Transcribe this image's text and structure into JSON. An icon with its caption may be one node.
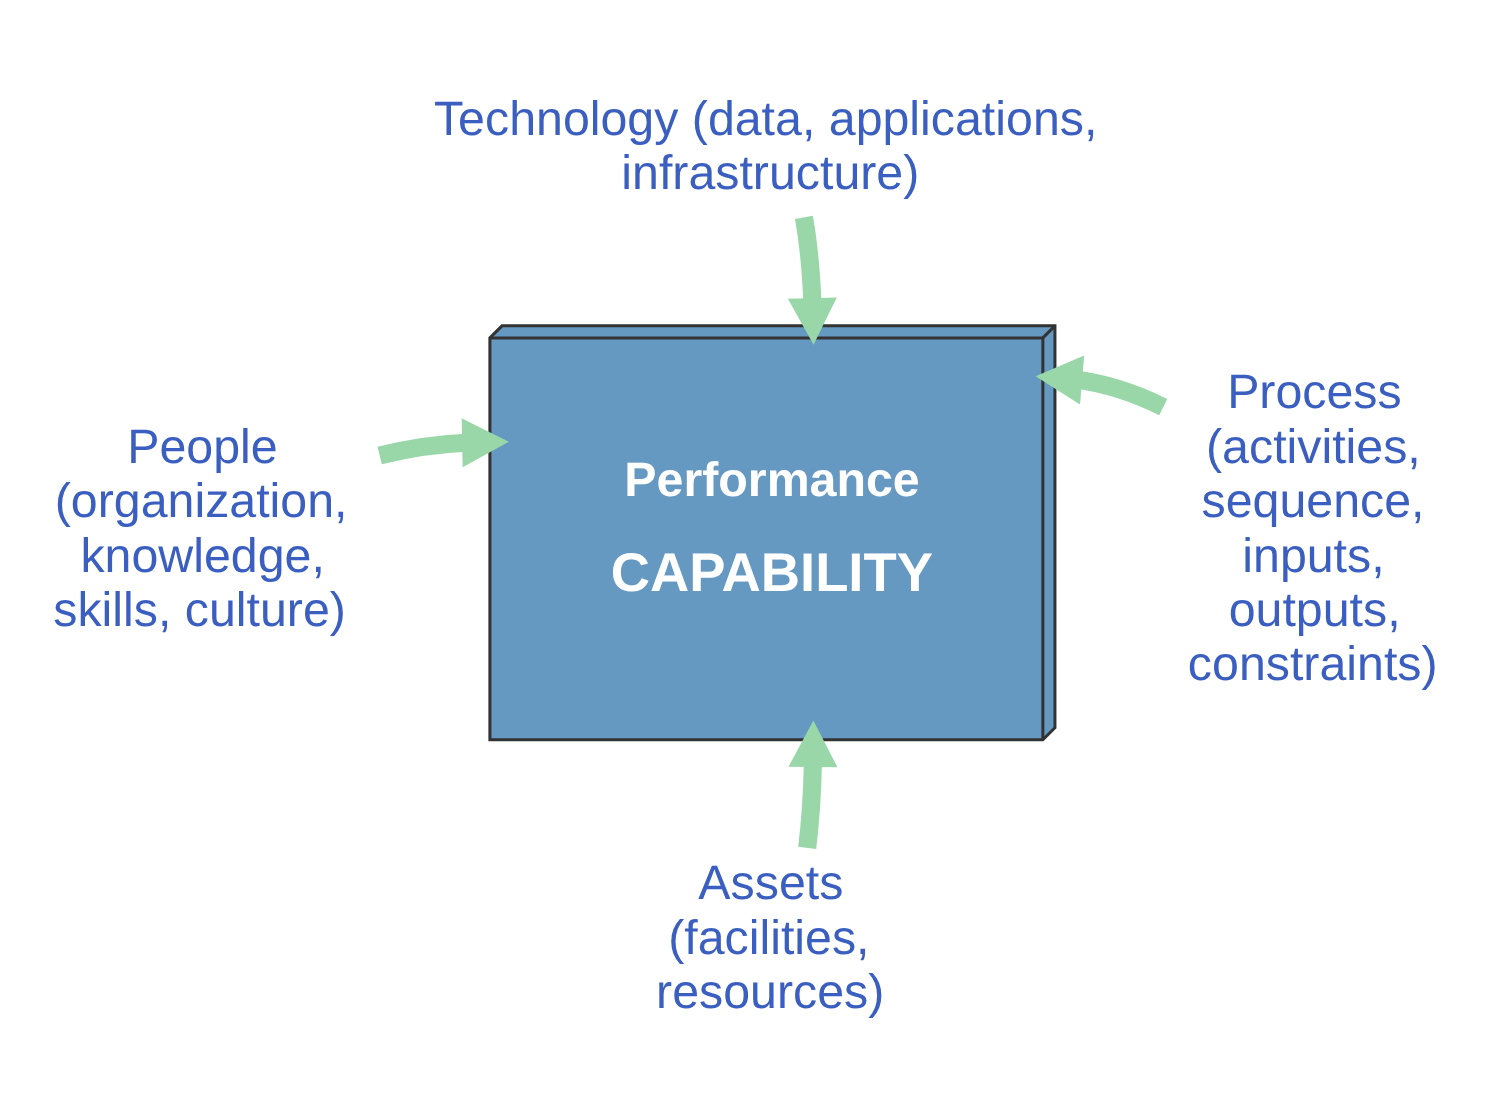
{
  "diagram": {
    "nodes": [
      {
        "text": [
          "Technology (data, applications, infrastructure)"
        ]
      },
      {
        "text": [
          "Performance",
          "CAPABILITY"
        ]
      },
      {
        "text": [
          "People (organization, knowledge, skills, culture)"
        ]
      },
      {
        "text": [
          "Process (activities, sequence, inputs, outputs, constraints)"
        ]
      },
      {
        "text": [
          "Assets (facilities, resources)"
        ]
      }
    ],
    "edges": [
      {
        "from": 0,
        "to": 1,
        "arrow": "to"
      },
      {
        "from": 2,
        "to": 1,
        "arrow": "to"
      },
      {
        "from": 3,
        "to": 1,
        "arrow": "to"
      },
      {
        "from": 4,
        "to": 1,
        "arrow": "to"
      }
    ]
  }
}
